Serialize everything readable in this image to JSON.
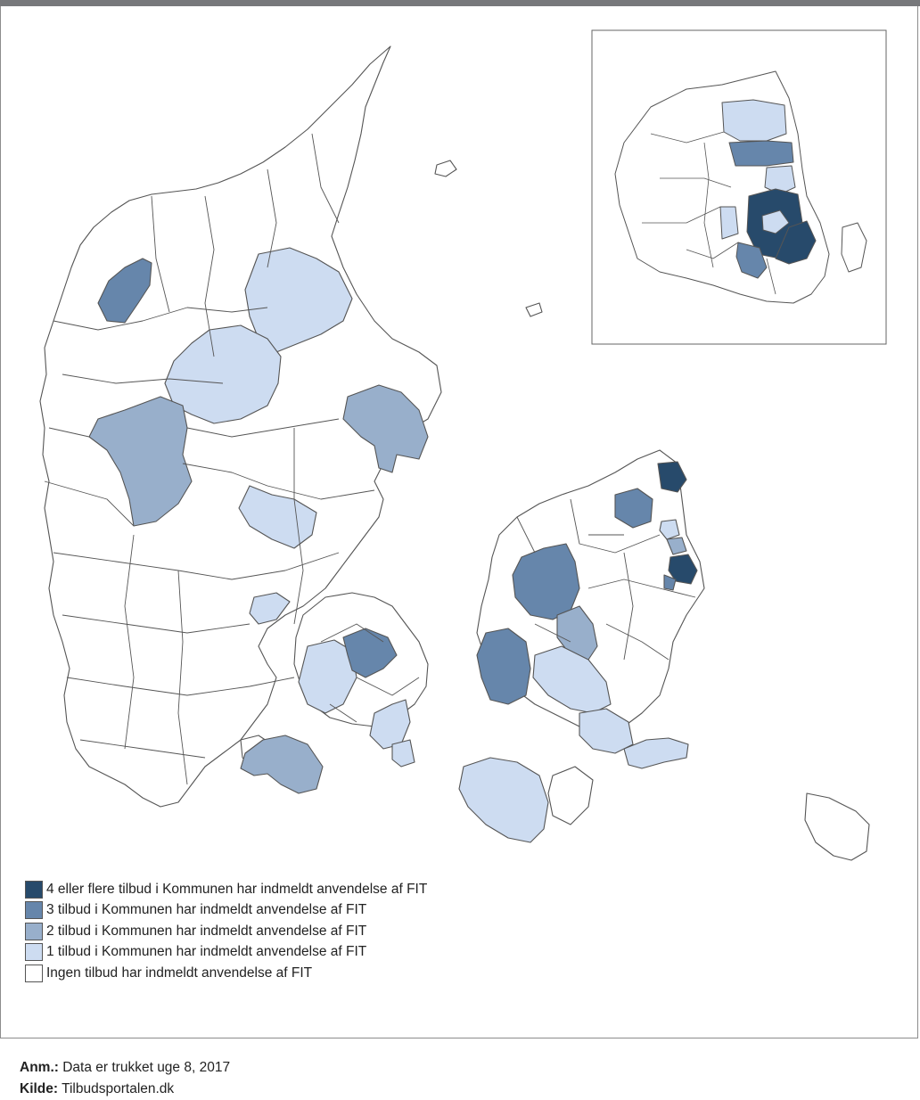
{
  "map": {
    "colors": {
      "outline": "#555555",
      "water": "#ffffff"
    },
    "legend": [
      {
        "label": "4 eller flere tilbud i Kommunen har indmeldt anvendelse af FIT",
        "color": "#274a6b"
      },
      {
        "label": "3 tilbud i Kommunen har indmeldt anvendelse af FIT",
        "color": "#6686ab"
      },
      {
        "label": "2 tilbud i Kommunen har indmeldt anvendelse af FIT",
        "color": "#98afcb"
      },
      {
        "label": "1 tilbud i Kommunen har indmeldt anvendelse af FIT",
        "color": "#cddcf1"
      },
      {
        "label": "Ingen tilbud har indmeldt anvendelse af FIT",
        "color": "#ffffff"
      }
    ]
  },
  "notes": {
    "anm_key": "Anm.:",
    "anm_text": "Data er trukket uge 8, 2017",
    "kilde_key": "Kilde:",
    "kilde_text": "Tilbudsportalen.dk"
  }
}
